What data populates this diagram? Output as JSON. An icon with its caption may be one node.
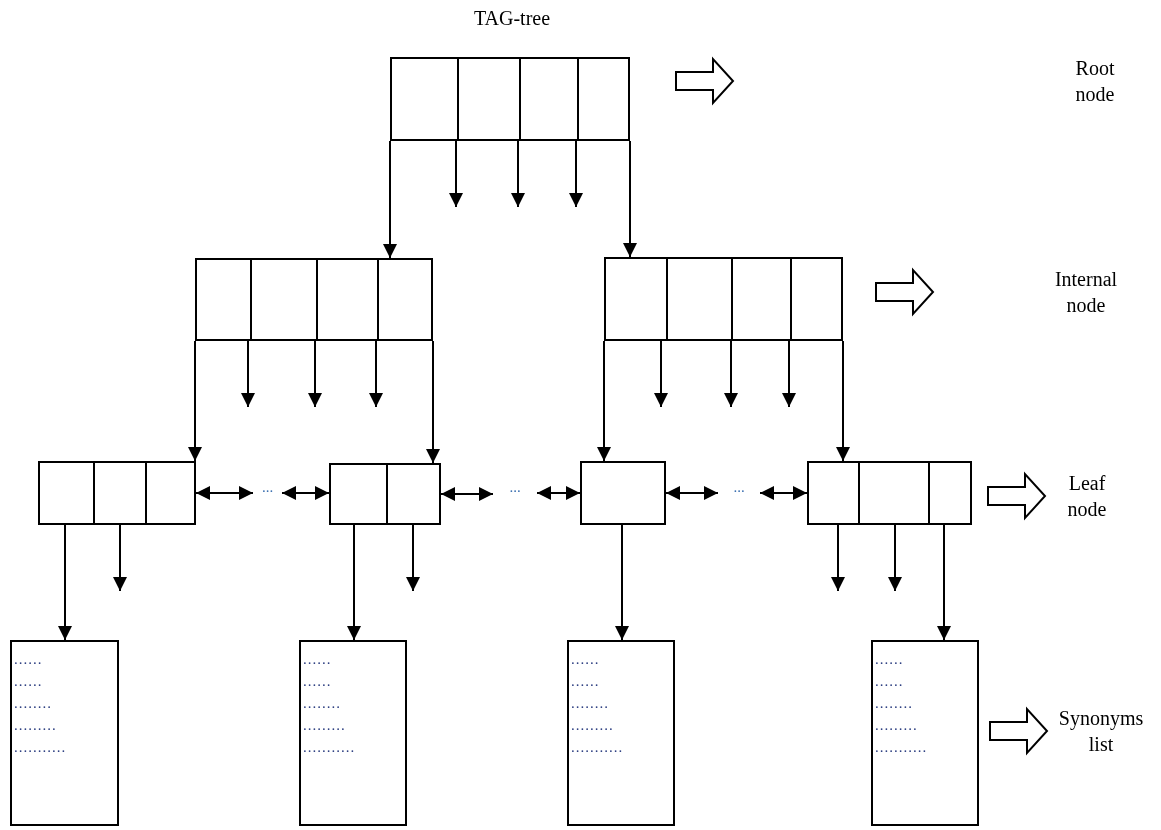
{
  "diagram": {
    "title": "TAG-tree",
    "nodes": [
      {
        "text": [],
        "shape": "box"
      },
      {
        "text": [],
        "shape": "box"
      },
      {
        "text": [],
        "shape": "box"
      },
      {
        "text": [],
        "shape": "box"
      },
      {
        "text": [],
        "shape": "box"
      },
      {
        "text": [],
        "shape": "box"
      },
      {
        "text": [],
        "shape": "box"
      },
      {
        "text": [
          "......",
          "......",
          "........",
          ".........",
          "..........."
        ]
      },
      {
        "text": [
          "......",
          "......",
          "........",
          ".........",
          "..........."
        ]
      },
      {
        "text": [
          "......",
          "......",
          "........",
          ".........",
          "..........."
        ]
      },
      {
        "text": [
          "......",
          "......",
          "........",
          ".........",
          "..........."
        ]
      },
      {
        "text": [
          "..."
        ]
      },
      {
        "text": [
          "..."
        ]
      },
      {
        "text": [
          "..."
        ]
      }
    ],
    "edges": [
      {
        "from": 0,
        "to": 1,
        "arrow": "to"
      },
      {
        "from": 0,
        "to": 2,
        "arrow": "to"
      },
      {
        "from": 0,
        "to": null,
        "arrow": "to"
      },
      {
        "from": 0,
        "to": null,
        "arrow": "to"
      },
      {
        "from": 0,
        "to": null,
        "arrow": "to"
      },
      {
        "from": 1,
        "to": 3,
        "arrow": "to"
      },
      {
        "from": 1,
        "to": 4,
        "arrow": "to"
      },
      {
        "from": 1,
        "to": null,
        "arrow": "to"
      },
      {
        "from": 1,
        "to": null,
        "arrow": "to"
      },
      {
        "from": 1,
        "to": null,
        "arrow": "to"
      },
      {
        "from": 2,
        "to": 5,
        "arrow": "to"
      },
      {
        "from": 2,
        "to": 6,
        "arrow": "to"
      },
      {
        "from": 2,
        "to": null,
        "arrow": "to"
      },
      {
        "from": 2,
        "to": null,
        "arrow": "to"
      },
      {
        "from": 2,
        "to": null,
        "arrow": "to"
      },
      {
        "from": 3,
        "to": 7,
        "arrow": "to"
      },
      {
        "from": 3,
        "to": null,
        "arrow": "to"
      },
      {
        "from": 4,
        "to": 8,
        "arrow": "to"
      },
      {
        "from": 4,
        "to": null,
        "arrow": "to"
      },
      {
        "from": 5,
        "to": 9,
        "arrow": "to"
      },
      {
        "from": 6,
        "to": null,
        "arrow": "to"
      },
      {
        "from": 6,
        "to": null,
        "arrow": "to"
      },
      {
        "from": 6,
        "to": 10,
        "arrow": "to"
      },
      {
        "from": 3,
        "to": 11,
        "arrow": "both"
      },
      {
        "from": 11,
        "to": 4,
        "arrow": "both"
      },
      {
        "from": 4,
        "to": 12,
        "arrow": "both"
      },
      {
        "from": 12,
        "to": 5,
        "arrow": "both"
      },
      {
        "from": 5,
        "to": 13,
        "arrow": "both"
      },
      {
        "from": 13,
        "to": 6,
        "arrow": "both"
      }
    ],
    "labels": [
      "Root node",
      "Internal node",
      "Leaf node",
      "Synonyms list"
    ]
  }
}
